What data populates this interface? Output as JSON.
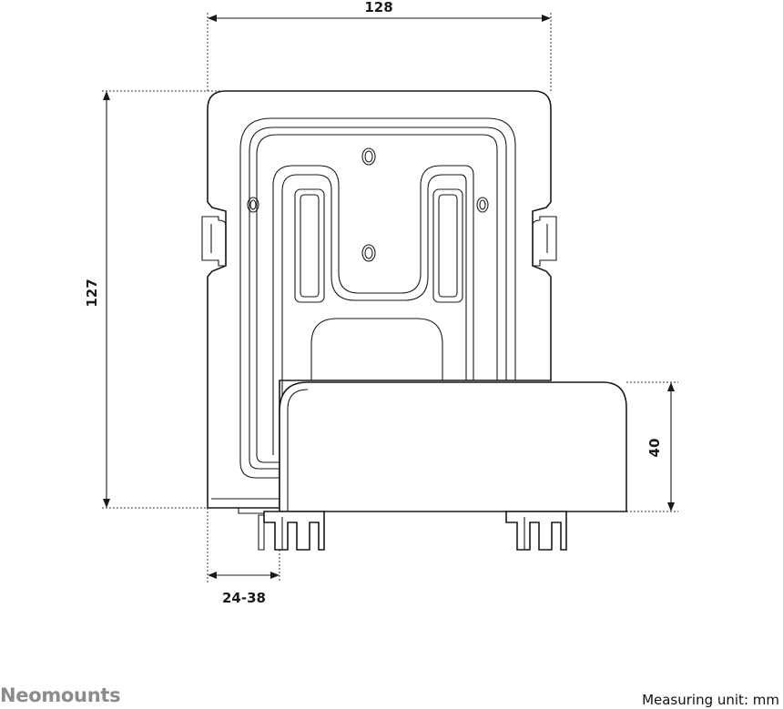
{
  "dimensions": {
    "width_label": "128",
    "height_label": "127",
    "depth_label": "40",
    "offset_label": "24-38"
  },
  "footer": {
    "brand": "Neomounts",
    "unit_note": "Measuring unit: mm"
  }
}
